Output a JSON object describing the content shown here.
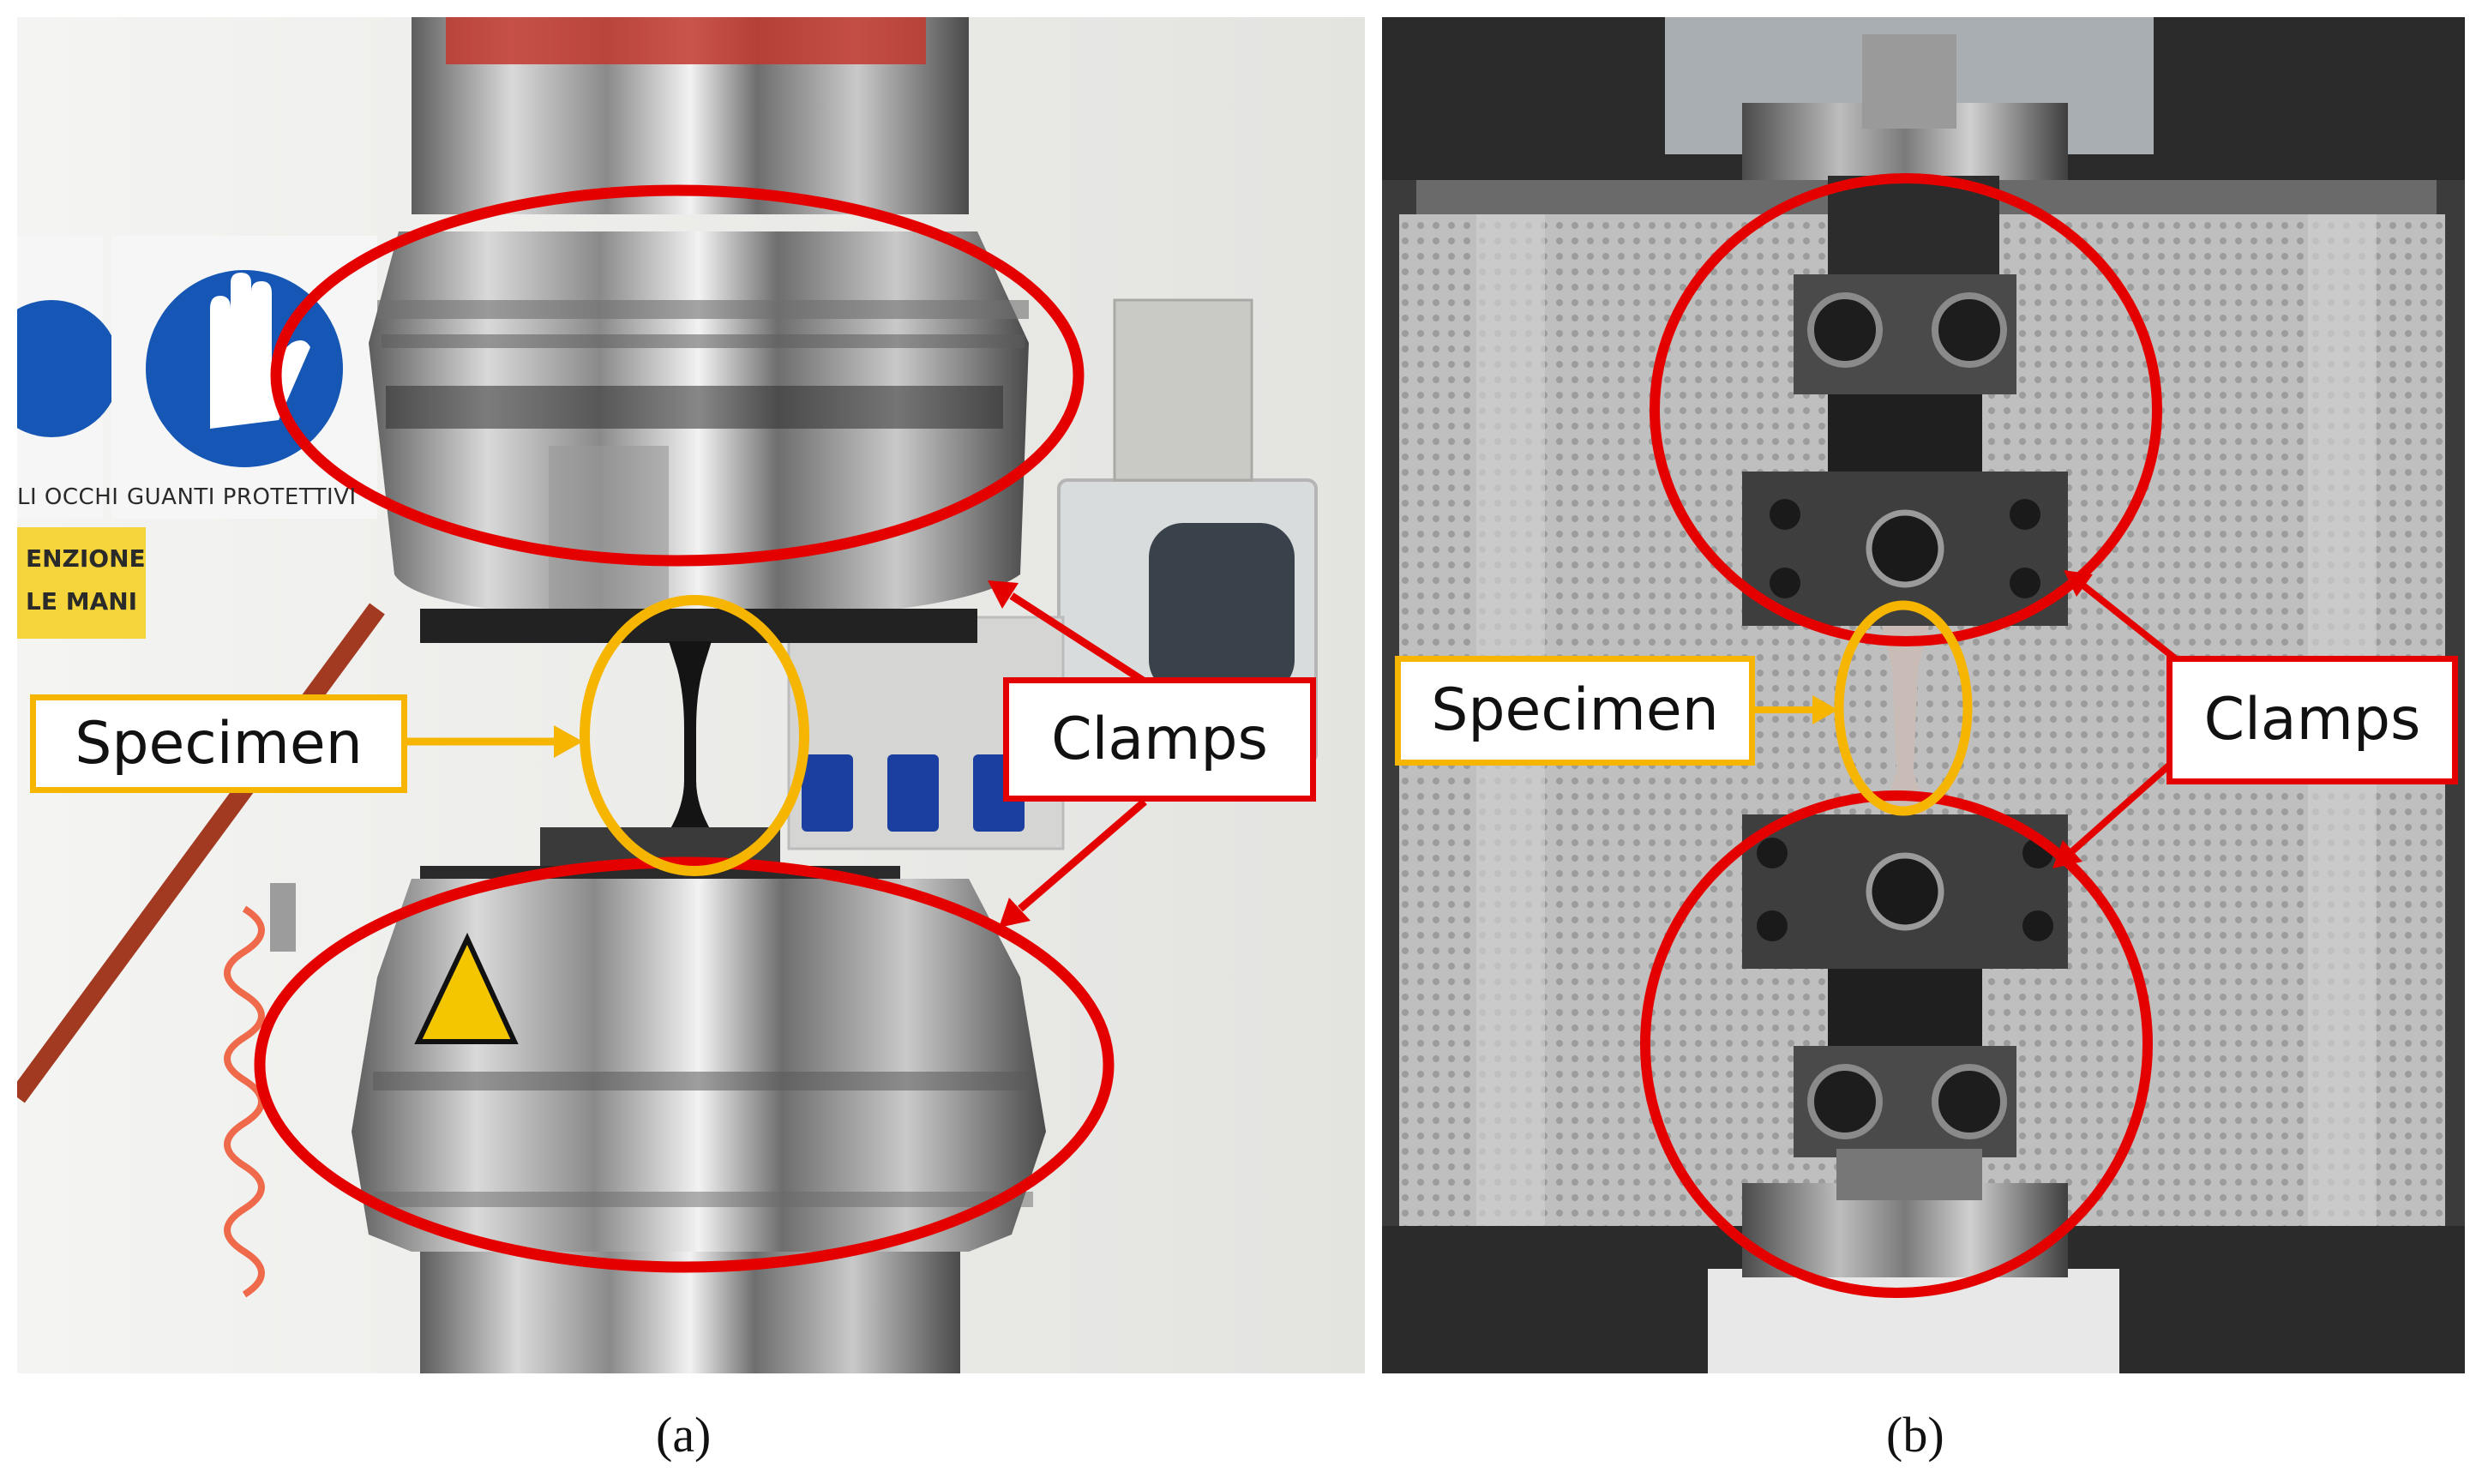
{
  "panel_a": {
    "sign_labels": [
      "LI OCCHI",
      "GUANTI PROTETTIVI"
    ],
    "warning_lines": [
      "ENZIONE",
      "LE MANI"
    ],
    "callouts": {
      "specimen": "Specimen",
      "clamps": "Clamps"
    },
    "caption": "(a)"
  },
  "panel_b": {
    "callouts": {
      "specimen": "Specimen",
      "clamps": "Clamps"
    },
    "caption": "(b)"
  },
  "colors": {
    "clamp_annotation": "#e50000",
    "specimen_annotation": "#f6b500",
    "sign_blue": "#1657b5"
  }
}
